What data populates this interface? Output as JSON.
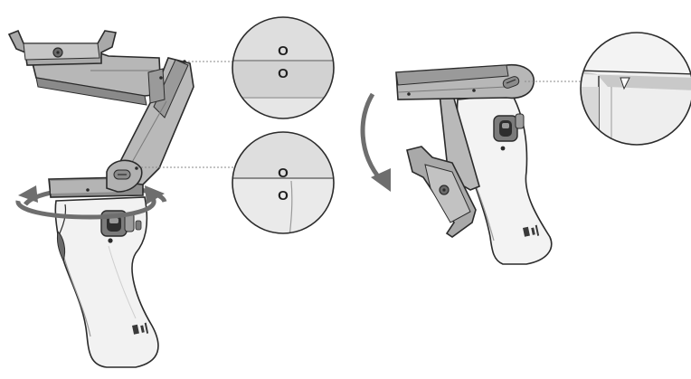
{
  "figure": {
    "detail_top_mark_upper": "O",
    "detail_top_mark_lower": "O",
    "detail_bottom_mark_upper": "O",
    "detail_bottom_mark_lower": "O"
  },
  "colors": {
    "stroke": "#2b2b2b",
    "plastic_dark": "#8c8c8c",
    "plastic_mid": "#b4b4b4",
    "plastic_light": "#e6e6e6",
    "plastic_white": "#f7f7f7",
    "arrow": "#6e6e6e",
    "leader": "#8a8a8a"
  }
}
